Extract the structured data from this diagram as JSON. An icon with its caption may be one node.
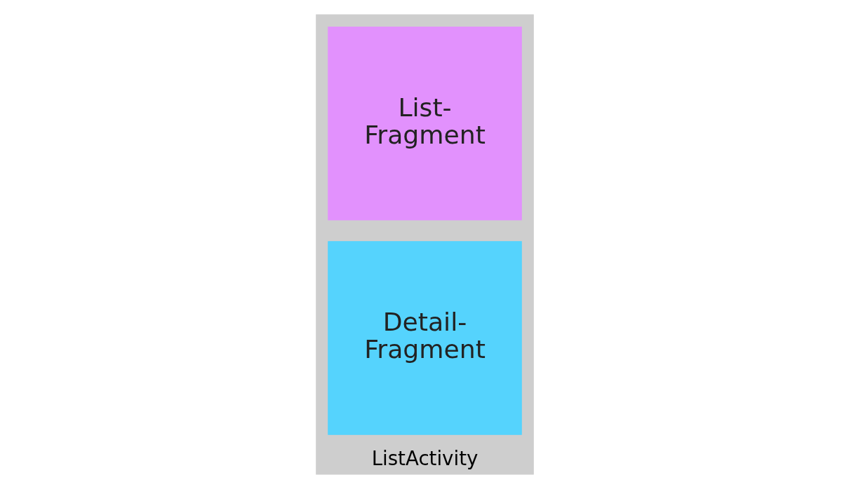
{
  "diagram": {
    "nodes": [
      {
        "text": [
          "ListActivity"
        ]
      },
      {
        "text": [
          "List- Fragment"
        ],
        "in": 0
      },
      {
        "text": [
          "Detail- Fragment"
        ],
        "in": 0
      }
    ],
    "edges": []
  }
}
